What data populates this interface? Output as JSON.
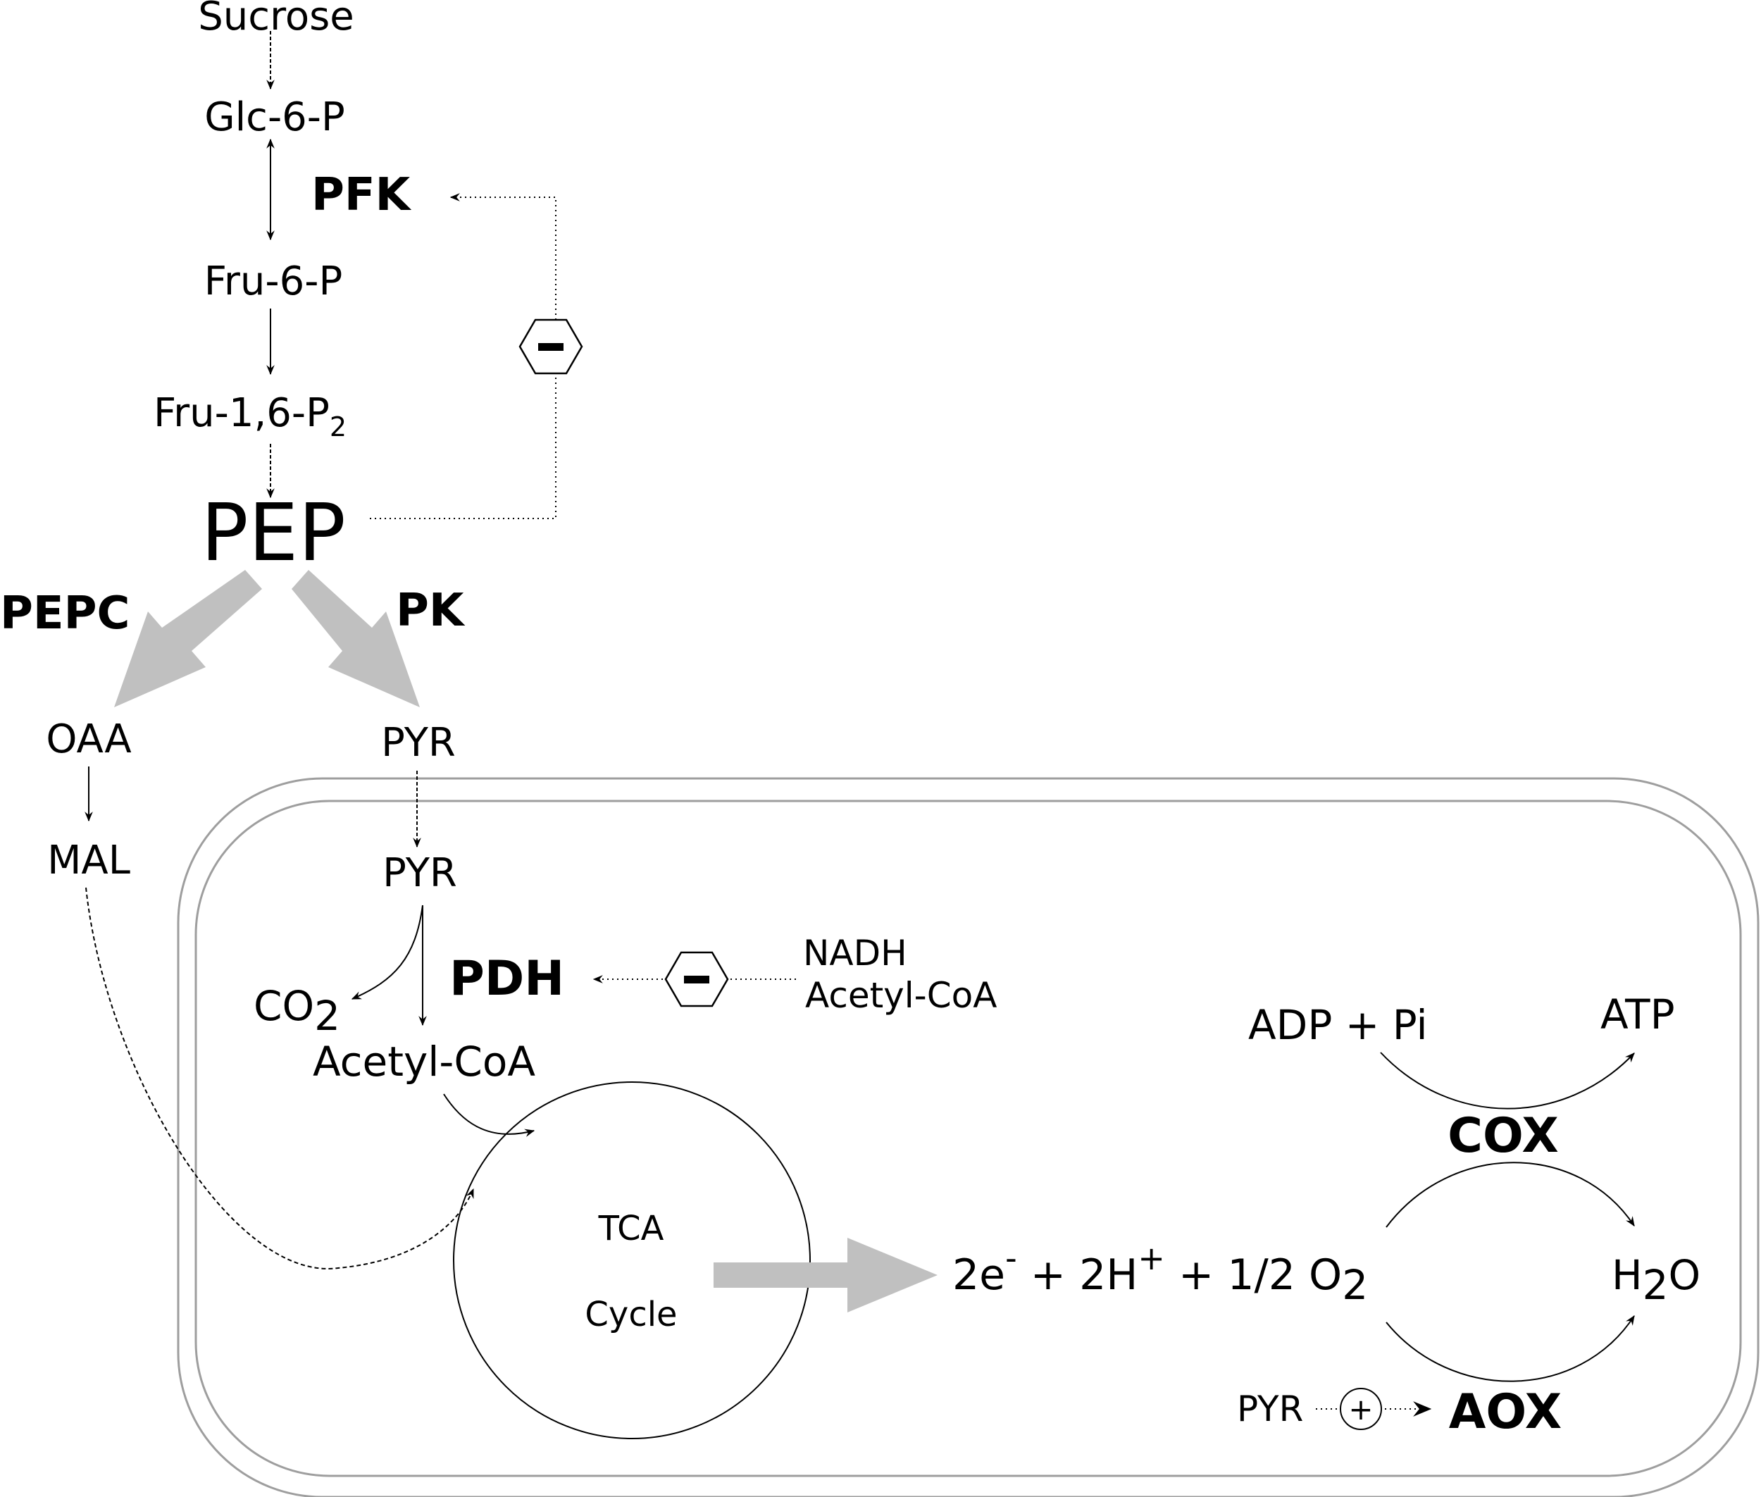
{
  "metabolites": {
    "sucrose": "Sucrose",
    "glc6p": "Glc-6-P",
    "fru6p": "Fru-6-P",
    "fru16p2_main": "Fru-1,6-P",
    "fru16p2_sub": "2",
    "pep": "PEP",
    "oaa": "OAA",
    "mal": "MAL",
    "pyr_cyto": "PYR",
    "pyr_mito": "PYR",
    "co2_main": "CO",
    "co2_sub": "2",
    "acetyl_coa": "Acetyl-CoA",
    "nadh": "NADH",
    "acetyl_coa_effector": "Acetyl-CoA",
    "adp_pi": "ADP + Pi",
    "atp": "ATP",
    "h2o_h": "H",
    "h2o_sub": "2",
    "h2o_o": "O",
    "pyr_aox": "PYR"
  },
  "enzymes": {
    "pfk": "PFK",
    "pepc": "PEPC",
    "pk": "PK",
    "pdh": "PDH",
    "cox": "COX",
    "aox": "AOX"
  },
  "tca": {
    "line1": "TCA",
    "line2": "Cycle"
  },
  "electron_eq": {
    "p1": "2e",
    "p1_sup": "-",
    "p2": " + 2H",
    "p2_sup": "+",
    "p3": " + 1/2 O",
    "p3_sub": "2"
  },
  "regulation": {
    "inhibition_symbol": "–",
    "activation_symbol": "+"
  },
  "colors": {
    "line": "#000000",
    "membrane": "#9e9e9e",
    "flux_arrow": "#c0c0c0"
  }
}
